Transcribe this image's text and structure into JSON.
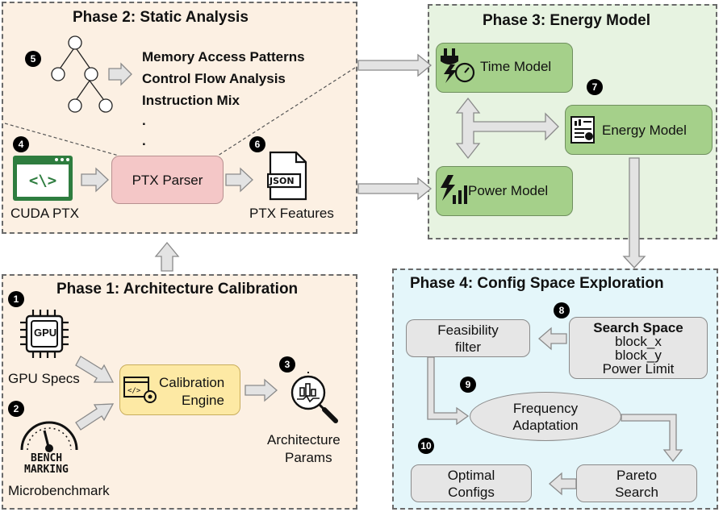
{
  "phase1": {
    "title": "Phase 1: Architecture Calibration",
    "gpu_chip_label": "GPU",
    "gpu_specs": "GPU Specs",
    "bench_line1": "BENCH",
    "bench_line2": "MARKING",
    "microbenchmark": "Microbenchmark",
    "calibration_line1": "Calibration",
    "calibration_line2": "Engine",
    "arch_line1": "Architecture",
    "arch_line2": "Params",
    "badges": [
      "1",
      "2",
      "3"
    ]
  },
  "phase2": {
    "title": "Phase 2: Static Analysis",
    "analyses": [
      "Memory Access Patterns",
      "Control Flow Analysis",
      "Instruction Mix"
    ],
    "dots": [
      ".",
      "."
    ],
    "code_glyph": "<\\>",
    "cuda_ptx": "CUDA PTX",
    "ptx_parser": "PTX Parser",
    "json_label": "JSON",
    "ptx_features": "PTX Features",
    "badges": [
      "4",
      "5",
      "6"
    ]
  },
  "phase3": {
    "title": "Phase 3: Energy Model",
    "time_model": "Time Model",
    "energy_model": "Energy Model",
    "power_model": "Power Model",
    "badge": "7"
  },
  "phase4": {
    "title": "Phase 4: Config Space Exploration",
    "feas_line1": "Feasibility",
    "feas_line2": "filter",
    "search_title": "Search Space",
    "search_items": [
      "block_x",
      "block_y",
      "Power Limit"
    ],
    "freq_line1": "Frequency",
    "freq_line2": "Adaptation",
    "pareto_line1": "Pareto",
    "pareto_line2": "Search",
    "optimal_line1": "Optimal",
    "optimal_line2": "Configs",
    "badges": [
      "8",
      "9",
      "10"
    ]
  },
  "colors": {
    "phase_tan": "#fcf0e3",
    "phase_green": "#e7f3e1",
    "phase_blue": "#e4f6fa",
    "parser_pink": "#f4c7c7",
    "calib_yellow": "#fde9a4",
    "model_green": "#a5d08a",
    "cuda_green": "#2e7d3f"
  }
}
